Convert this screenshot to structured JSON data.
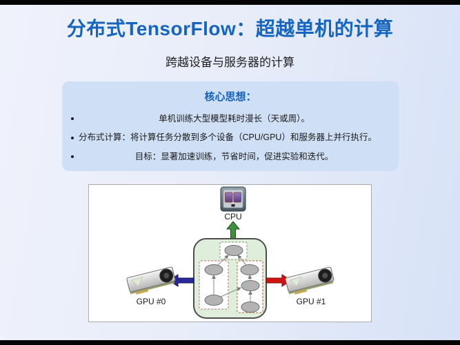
{
  "slide": {
    "title": "分布式TensorFlow：超越单机的计算",
    "subtitle": "跨越设备与服务器的计算"
  },
  "core_box": {
    "heading": "核心思想：",
    "bullets": [
      {
        "text": "单机训练大型模型耗时漫长（天或周）。"
      },
      {
        "text": "分布式计算：将计算任务分散到多个设备（CPU/GPU）和服务器上并行执行。"
      },
      {
        "text": "目标：显著加速训练，节省时间，促进实验和迭代。"
      }
    ]
  },
  "diagram": {
    "cpu_label": "CPU",
    "gpu0_label": "GPU #0",
    "gpu1_label": "GPU #1",
    "description": "computation graph split across CPU and two GPUs"
  },
  "colors": {
    "accent_blue": "#1565c0",
    "core_box_bg": "#cfdff5",
    "slide_bg_left": "#eff2fb",
    "slide_bg_right": "#d7e2f7",
    "arrow_to_cpu": "#3f8f3f",
    "arrow_to_gpu0": "#28289a",
    "arrow_to_gpu1": "#d41414",
    "graph_container_bg": "#dfeeda",
    "node_fill": "#b3b3b3"
  }
}
